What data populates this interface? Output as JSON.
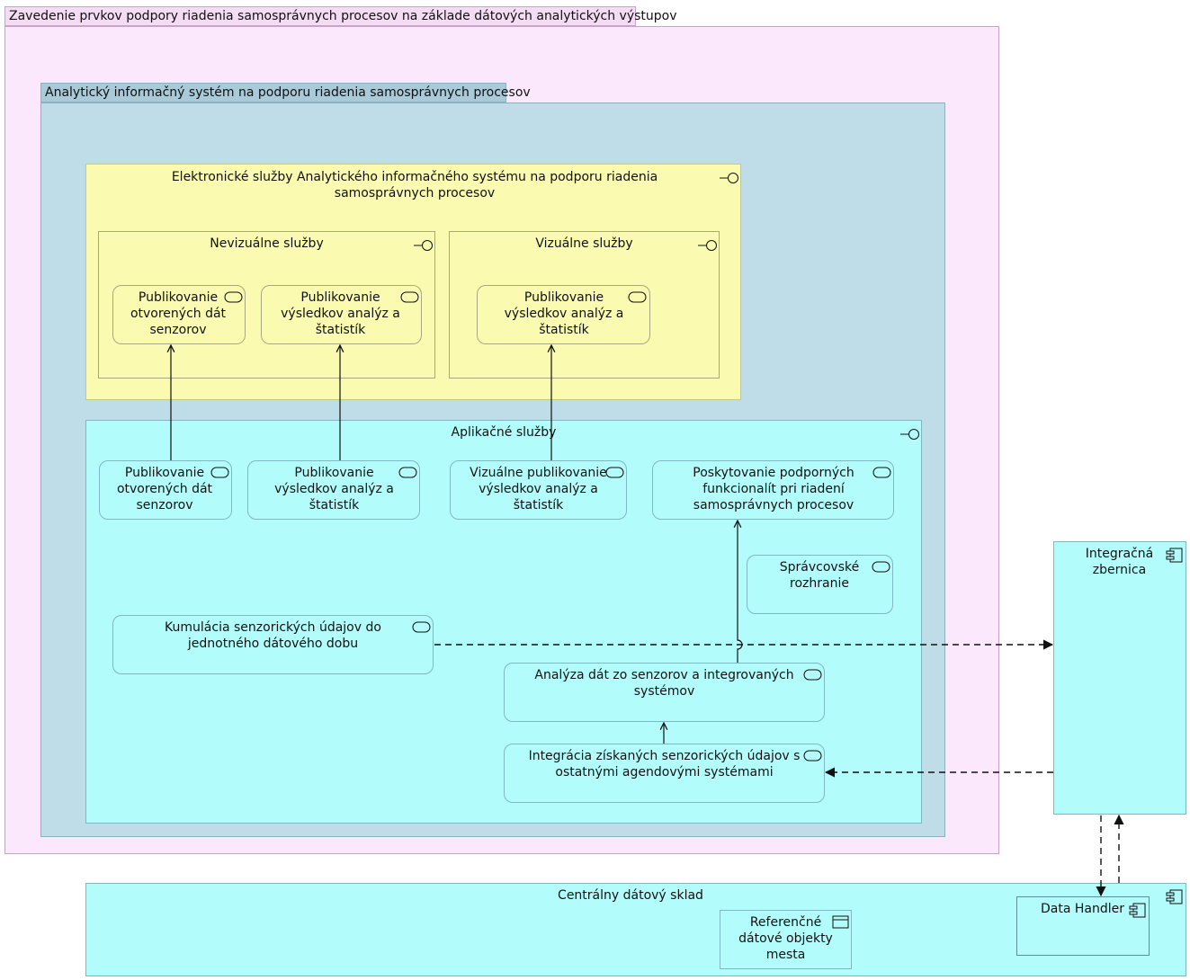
{
  "groups": {
    "outer": "Zavedenie prvkov podpory riadenia samosprávnych procesov na základe dátových analytických výstupov",
    "system": "Analytický informačný systém na podporu riadenia samosprávnych procesov"
  },
  "interfaces": {
    "electronic": "Elektronické služby Analytického informačného systému na podporu riadenia samosprávnych procesov",
    "nonvisual": "Nevizuálne služby",
    "visual": "Vizuálne služby",
    "app_services": "Aplikačné služby"
  },
  "business_services": {
    "open_data": "Publikovanie otvorených dát senzorov",
    "results": "Publikovanie výsledkov analýz a štatistík",
    "visual_results": "Publikovanie výsledkov analýz a štatistík"
  },
  "app_services": {
    "open_data": "Publikovanie otvorených dát senzorov",
    "results": "Publikovanie výsledkov analýz a štatistík",
    "visual": "Vizuálne publikovanie výsledkov analýz a štatistík",
    "support": "Poskytovanie podporných funkcionalít pri riadení samosprávnych procesov",
    "admin": "Správcovské rozhranie",
    "cumulation": "Kumulácia senzorických údajov do jednotného dátového dobu",
    "analysis": "Analýza dát zo senzorov a integrovaných systémov",
    "integration": "Integrácia získaných senzorických údajov s ostatnými agendovými systémami"
  },
  "components": {
    "bus": "Integračná zbernica",
    "warehouse": "Centrálny dátový sklad",
    "handler": "Data Handler",
    "reference": "Referenčné dátové objekty mesta"
  },
  "colors": {
    "outer_group": "#fce8fc",
    "system_group": "#bfdde8",
    "business_layer": "#fafab0",
    "application_layer": "#b3fcfc"
  }
}
